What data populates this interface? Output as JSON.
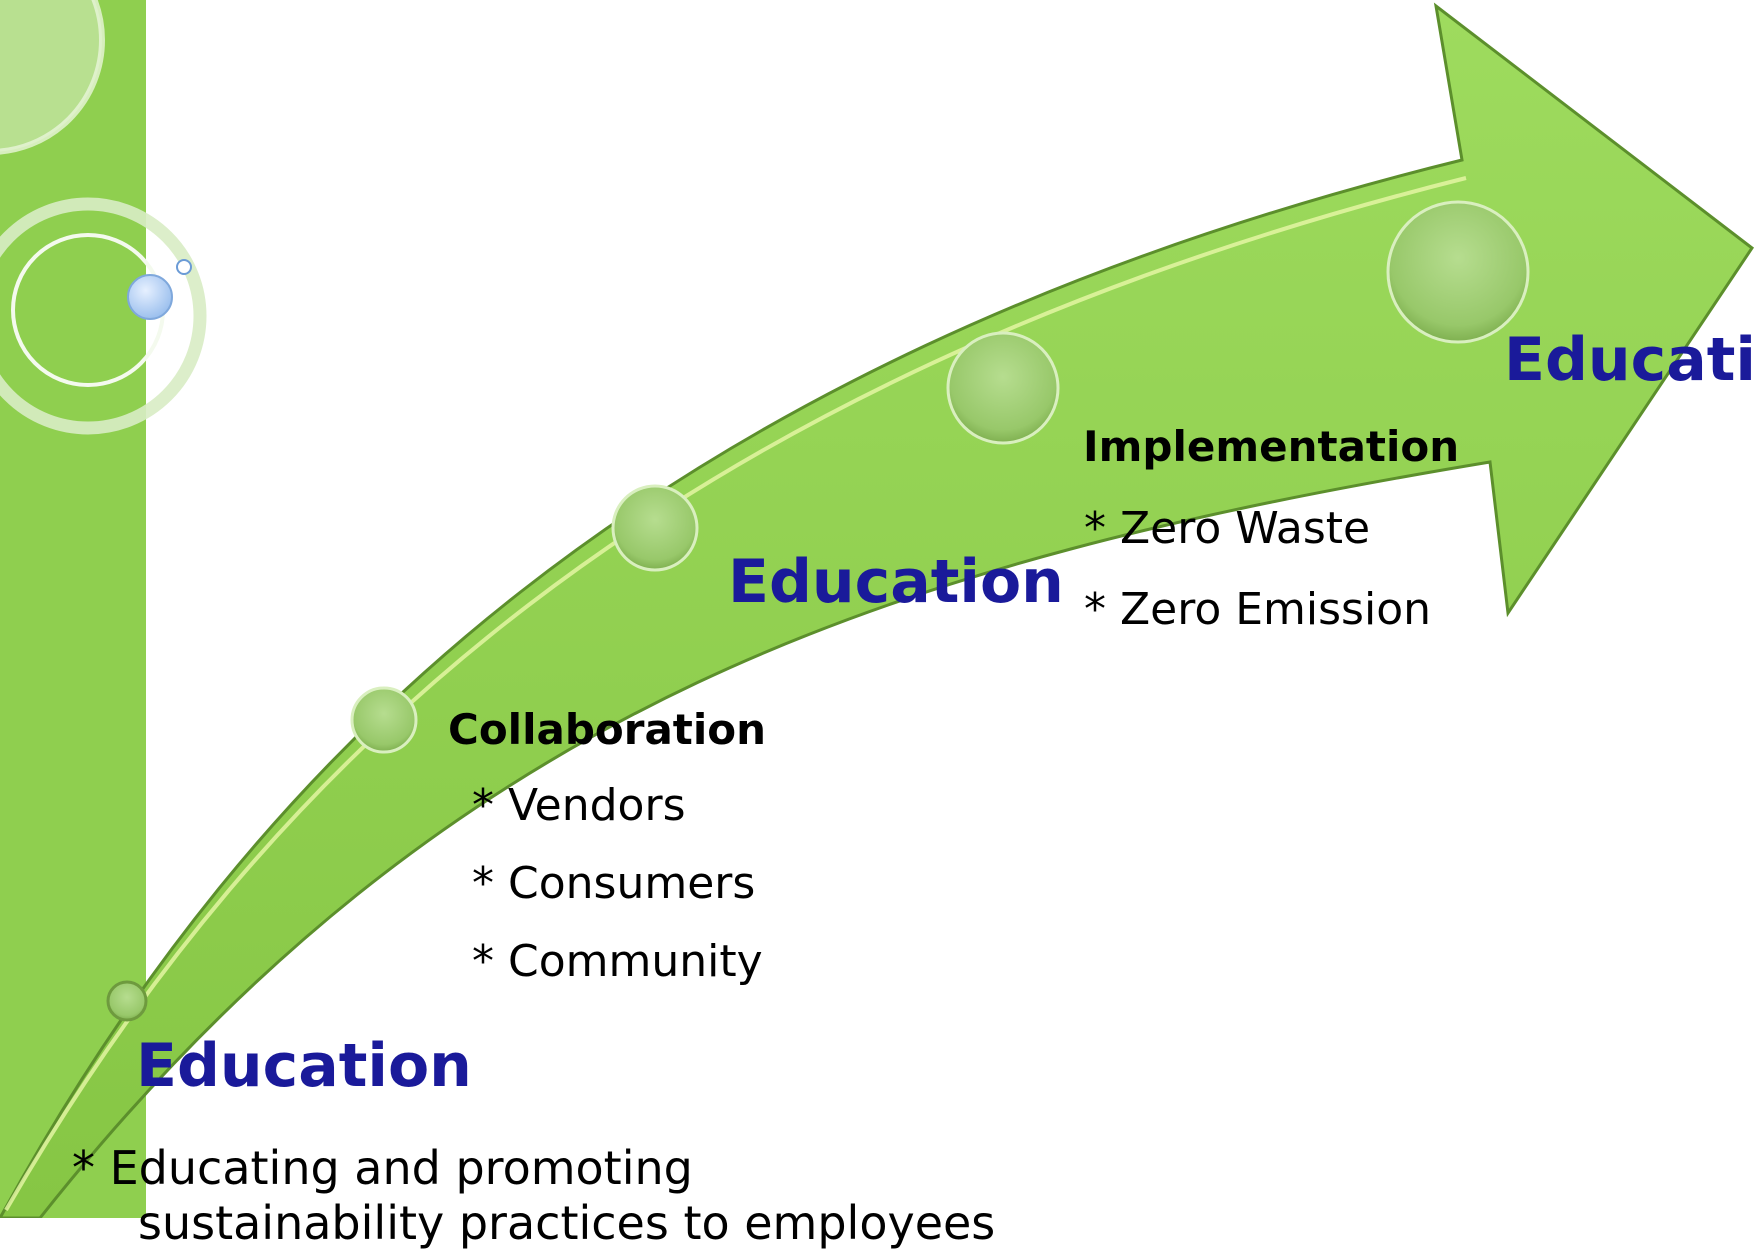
{
  "diagram": {
    "stages": [
      {
        "heading": "Education",
        "items": [
          "* Educating and promoting",
          "sustainability practices to employees"
        ]
      },
      {
        "heading": "Collaboration",
        "items": [
          "* Vendors",
          "* Consumers",
          "* Community"
        ]
      },
      {
        "heading": "Education"
      },
      {
        "heading": "Implementation",
        "items": [
          "* Zero Waste",
          "* Zero Emission"
        ]
      },
      {
        "heading": "Education"
      }
    ]
  }
}
